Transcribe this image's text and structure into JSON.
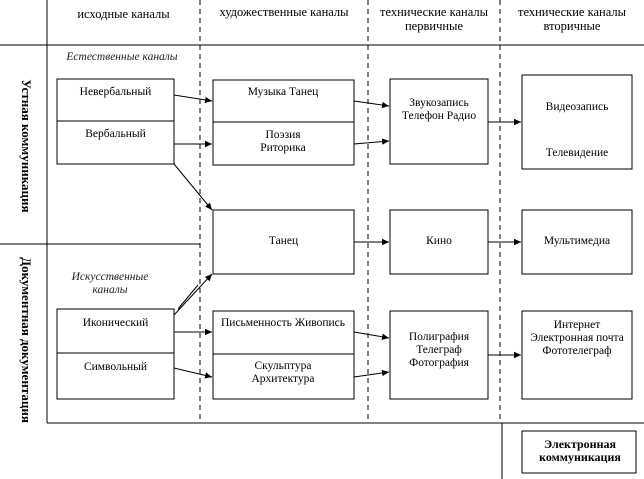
{
  "headers": {
    "source": "исходные каналы",
    "artistic": "художественные каналы",
    "tech_primary": "технические каналы первичные",
    "tech_secondary": "технические каналы вторичные"
  },
  "side_labels": {
    "oral": "Устная коммуникация",
    "documentary": "Документная документация"
  },
  "group_labels": {
    "natural": "Естественные каналы",
    "artificial": "Искусственные каналы"
  },
  "source_boxes": {
    "nonverbal": "Невербальный",
    "verbal": "Вербальный",
    "iconic": "Иконический",
    "symbolic": "Символьный"
  },
  "artistic_boxes": {
    "music": "Музыка Танец",
    "poetry": "Поэзия Риторика",
    "dance": "Танец",
    "writing": "Письменность Живопись",
    "sculpture": "Скульптура Архитектура"
  },
  "primary_boxes": {
    "sound": "Звукозапись Телефон Радио",
    "cinema": "Кино",
    "print": "Полиграфия Телеграф Фотография"
  },
  "secondary_boxes": {
    "video": "Видеозапись Телевидение",
    "multimedia": "Мультимедиа",
    "internet": "Интернет Электронная почта Фототелеграф"
  },
  "footer": {
    "electronic": "Электронная коммуникация"
  }
}
